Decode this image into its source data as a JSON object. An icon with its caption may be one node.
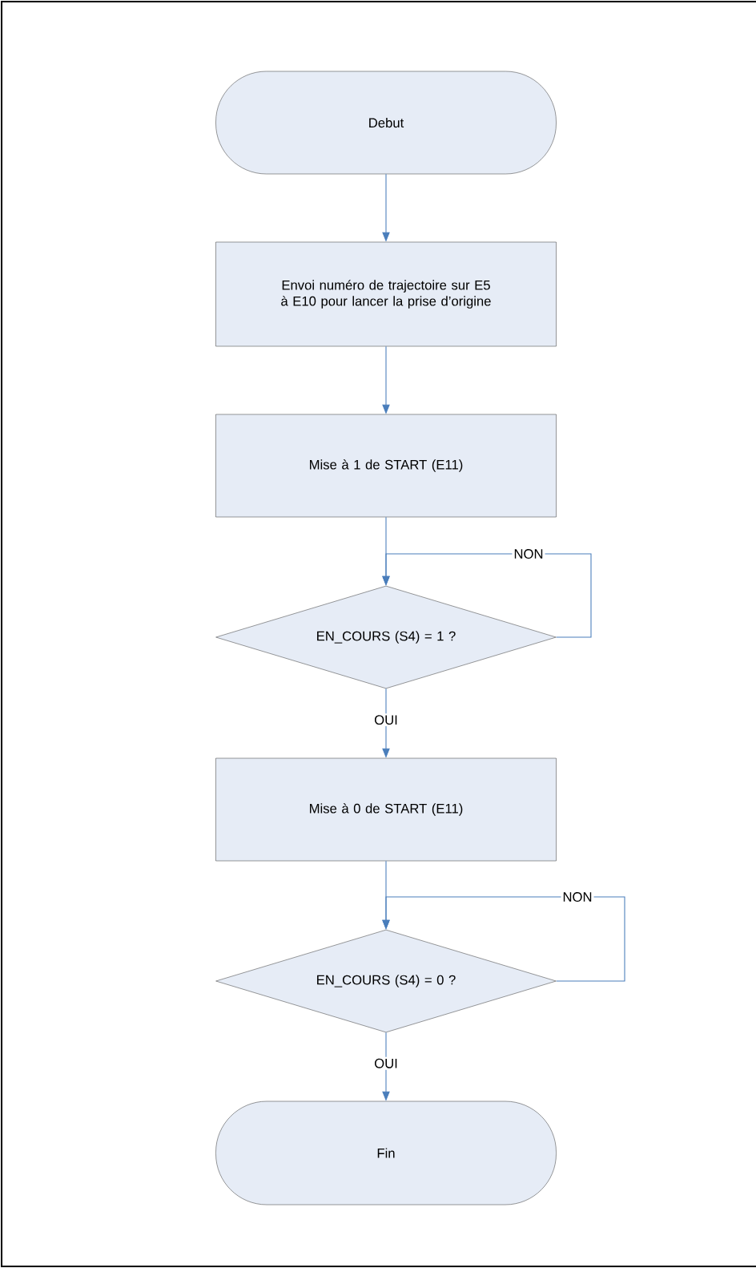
{
  "diagram": {
    "nodes": [
      {
        "text": [
          "Debut"
        ]
      },
      {
        "text": [
          "Envoi numéro de trajectoire sur E5 à E10 pour lancer la prise d’origine"
        ]
      },
      {
        "text": [
          "Mise à 1 de START (E11)"
        ]
      },
      {
        "text": [
          "EN_COURS (S4) = 1 ?"
        ]
      },
      {
        "text": [
          "Mise à 0 de START (E11)"
        ]
      },
      {
        "text": [
          "EN_COURS (S4) = 0 ?"
        ]
      },
      {
        "text": [
          "Fin"
        ]
      }
    ],
    "edges": [
      {
        "from": 0,
        "to": 1,
        "arrow": "to"
      },
      {
        "from": 1,
        "to": 2,
        "arrow": "to"
      },
      {
        "from": 2,
        "to": 3,
        "arrow": "to"
      },
      {
        "from": 3,
        "to": 3,
        "arrow": "to",
        "label": "NON"
      },
      {
        "from": 3,
        "to": 4,
        "arrow": "to",
        "label": "OUI"
      },
      {
        "from": 4,
        "to": 5,
        "arrow": "to"
      },
      {
        "from": 5,
        "to": 5,
        "arrow": "to",
        "label": "NON"
      },
      {
        "from": 5,
        "to": 6,
        "arrow": "to",
        "label": "OUI"
      }
    ]
  }
}
